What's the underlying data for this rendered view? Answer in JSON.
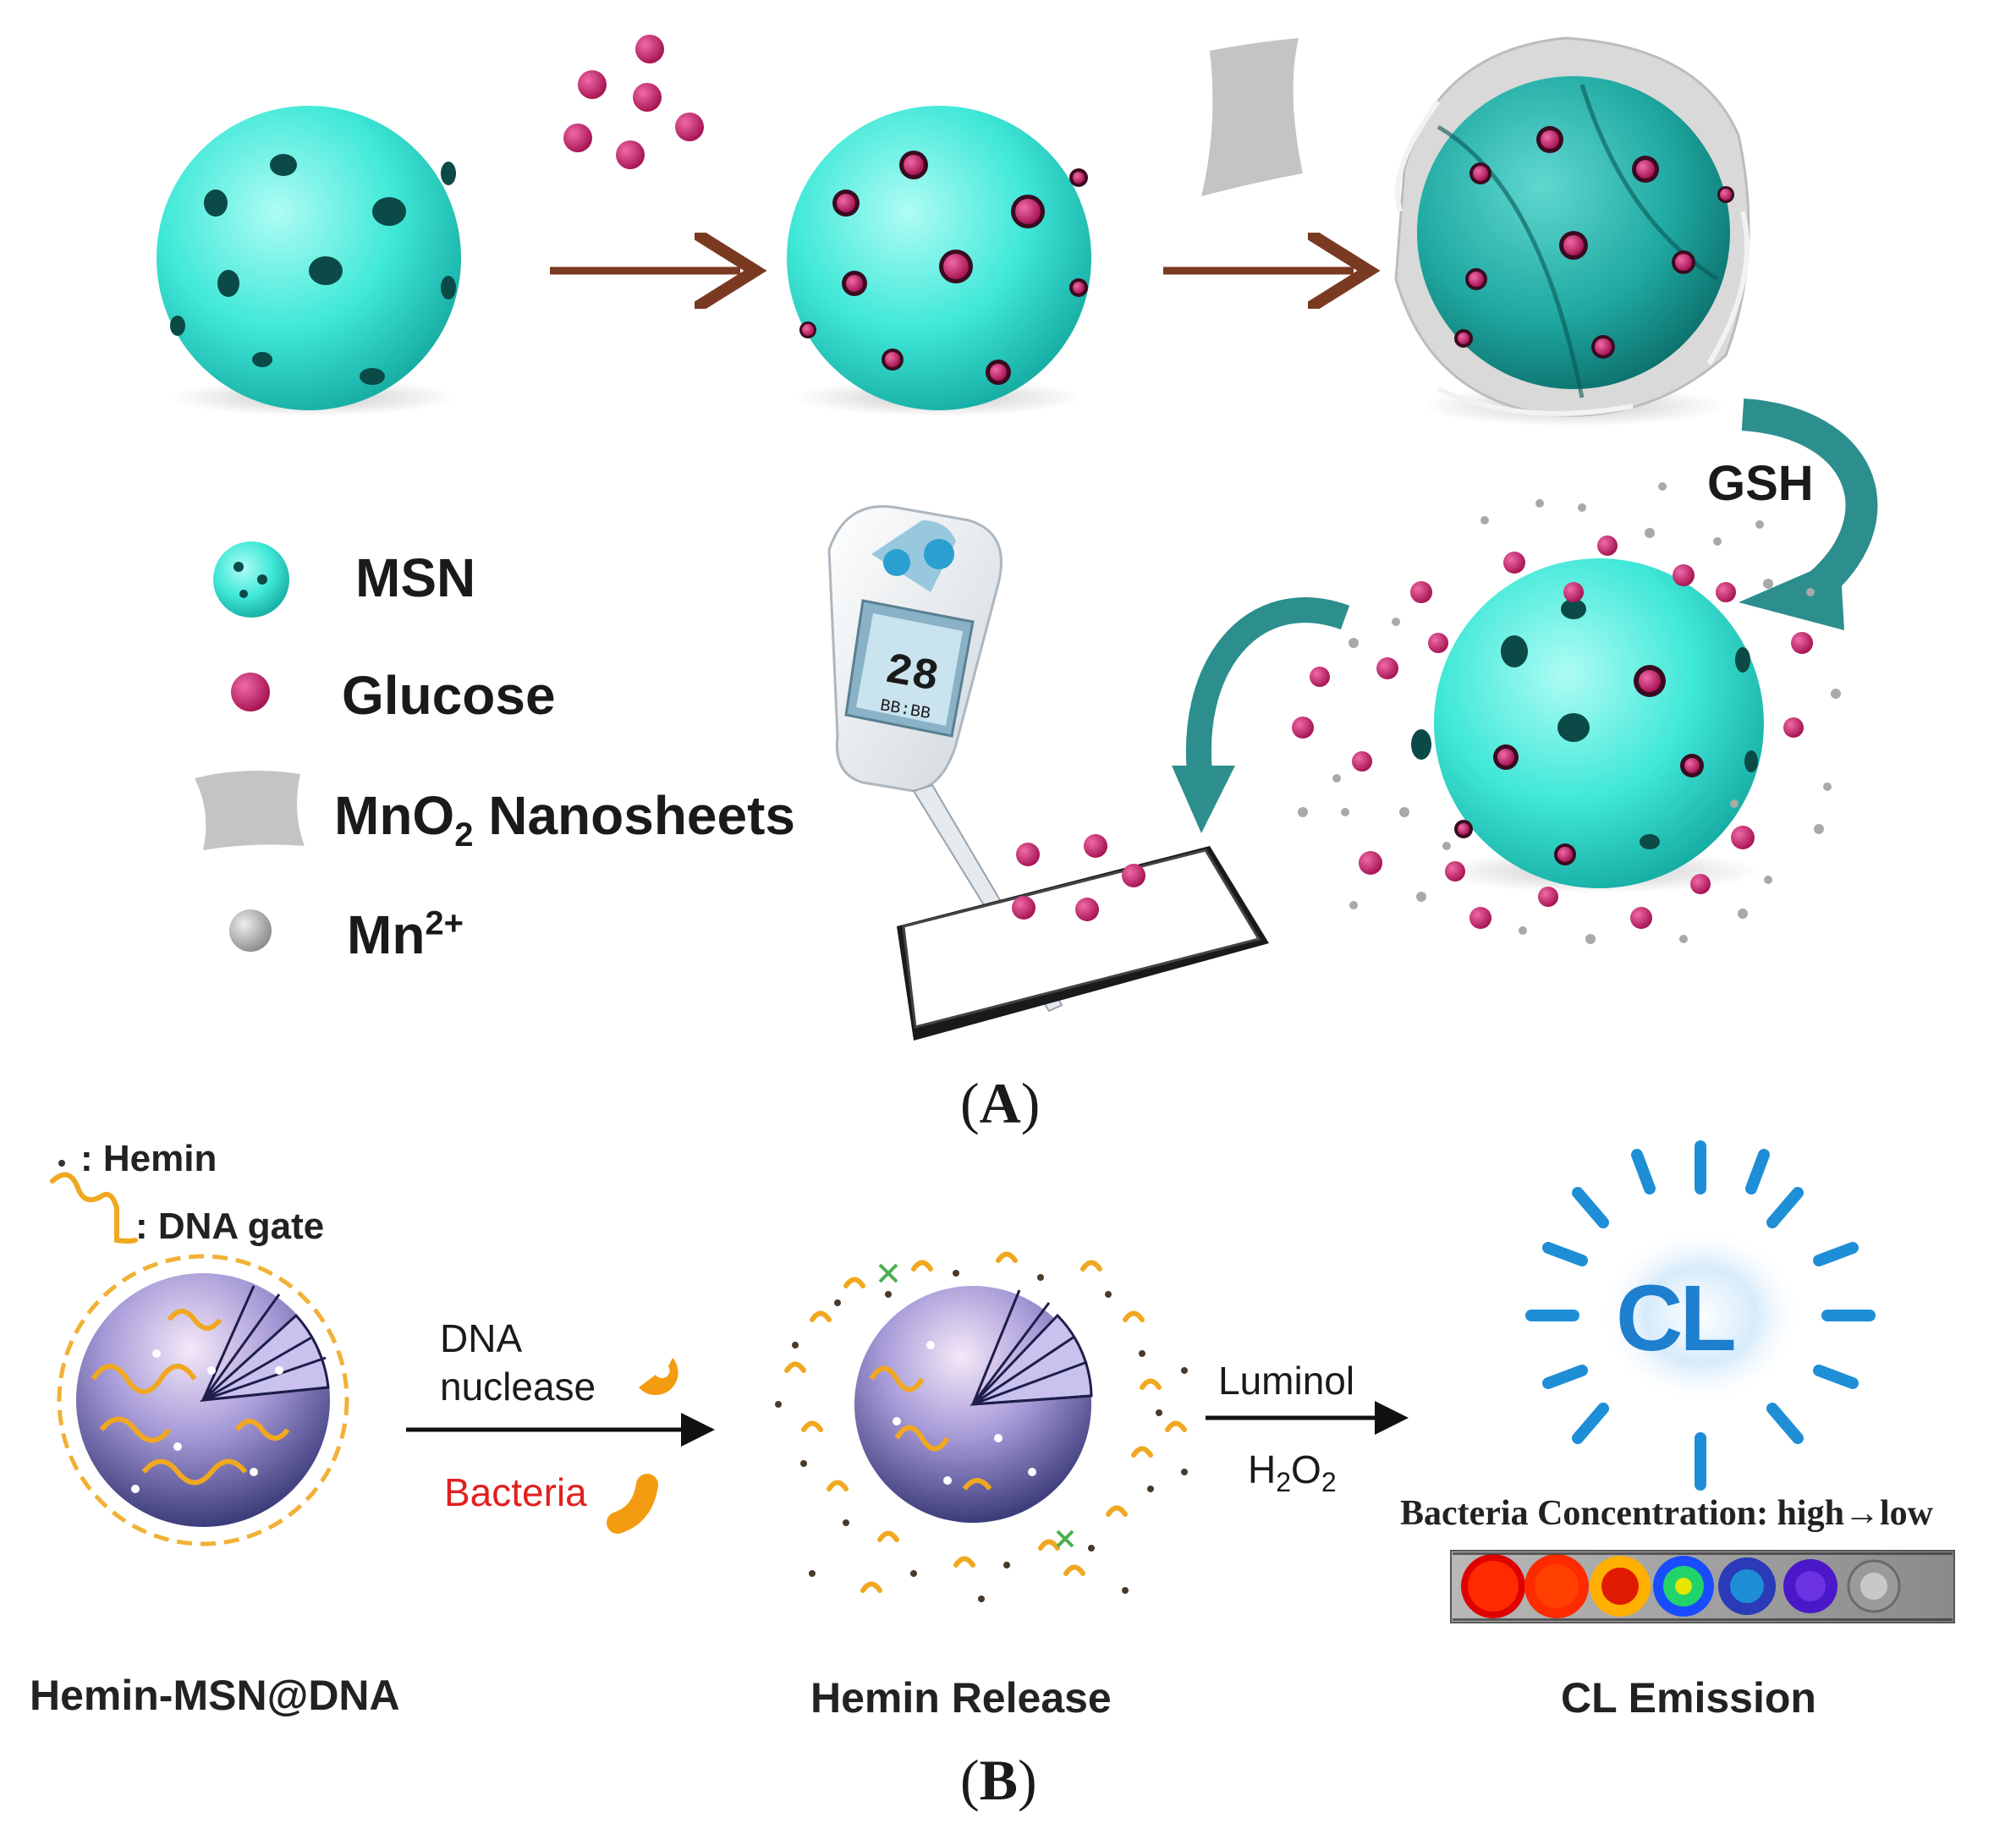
{
  "panel_a": {
    "label_prefix": "(",
    "label_letter": "A",
    "label_suffix": ")",
    "gsh": "GSH",
    "meter_reading_main": "28",
    "meter_reading_small": "BB:BB",
    "legend": {
      "msn": "MSN",
      "glucose": "Glucose",
      "mno2": "MnO",
      "mno2_sub": "2",
      "mno2_rest": " Nanosheets",
      "mn": "Mn",
      "mn_sup": "2+"
    },
    "colors": {
      "msn": "#3fe8d8",
      "glucose": "#c0175f",
      "arrow": "#7a3a22",
      "curved_arrow": "#2d8e8e",
      "nanosheet": "#bfbfbf"
    }
  },
  "panel_b": {
    "label_prefix": "(",
    "label_letter": "B",
    "label_suffix": ")",
    "legend_hemin": ": Hemin",
    "legend_dna_gate": ": DNA gate",
    "dna_label": "DNA",
    "nuclease_label": "nuclease",
    "bacteria_label": "Bacteria",
    "luminol_label": "Luminol",
    "h2o2_h": "H",
    "h2o2_2a": "2",
    "h2o2_o": "O",
    "h2o2_2b": "2",
    "cl_text": "CL",
    "concentration_label": "Bacteria Concentration: high→low",
    "caption_left": "Hemin-MSN@DNA",
    "caption_mid": "Hemin Release",
    "caption_right": "CL Emission",
    "colors": {
      "dna": "#f0a820",
      "bacteria_text": "#e02020",
      "cl_glow": "#1e7fcf",
      "sphere": "#8a7fc8"
    }
  }
}
